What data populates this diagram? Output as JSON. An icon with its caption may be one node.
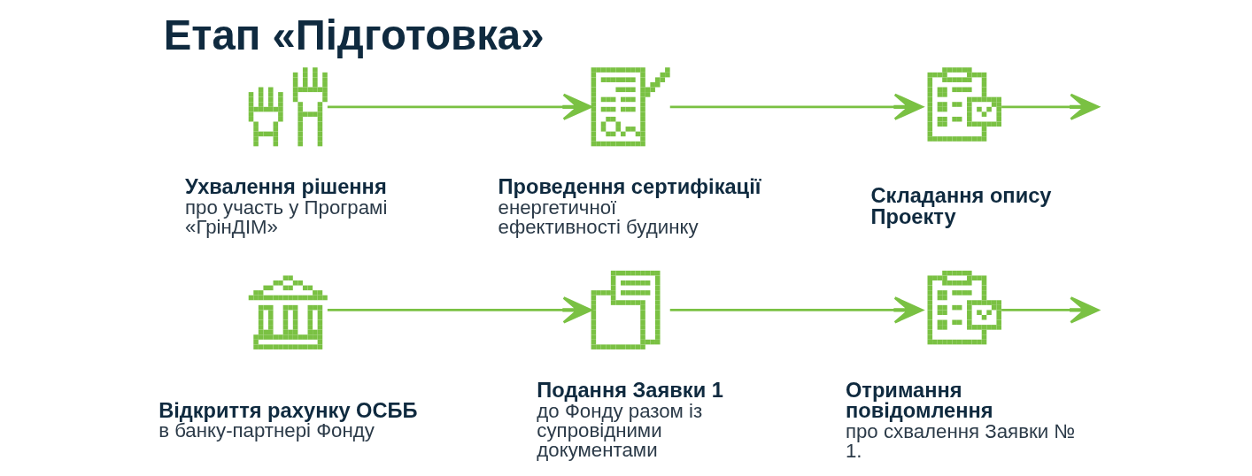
{
  "diagram": {
    "title": "Етап «Підготовка»",
    "nodes": [
      {
        "text": [],
        "shape": "picture"
      },
      {
        "text": [
          "Ухвалення рішення",
          "про участь у Програмі «ГрінДІМ»"
        ]
      },
      {
        "text": [],
        "shape": "picture"
      },
      {
        "text": [
          "Проведення сертифікації",
          "енергетичної ефективності будинку"
        ]
      },
      {
        "text": [],
        "shape": "picture"
      },
      {
        "text": [
          "Складання опису Проекту"
        ]
      },
      {
        "text": [],
        "shape": "picture"
      },
      {
        "text": [
          "Відкриття рахунку ОСББ",
          "в банку-партнері Фонду"
        ]
      },
      {
        "text": [],
        "shape": "picture"
      },
      {
        "text": [
          "Подання Заявки 1",
          "до Фонду разом із супровідними документами"
        ]
      },
      {
        "text": [],
        "shape": "picture"
      },
      {
        "text": [
          "Отримання повідомлення",
          "про схвалення Заявки № 1."
        ]
      }
    ],
    "edges": [
      {
        "from": 0,
        "to": 2,
        "arrow": "to"
      },
      {
        "from": 2,
        "to": 4,
        "arrow": "to"
      },
      {
        "from": 4,
        "to": null,
        "arrow": "to"
      },
      {
        "from": 6,
        "to": 8,
        "arrow": "to"
      },
      {
        "from": 8,
        "to": 10,
        "arrow": "to"
      },
      {
        "from": 10,
        "to": null,
        "arrow": "to"
      }
    ]
  }
}
